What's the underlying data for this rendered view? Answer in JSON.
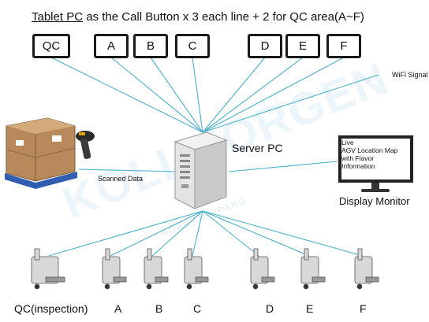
{
  "title": {
    "underlined": "Tablet PC",
    "rest": " as the Call Button x 3 each line +  2 for QC area(A~F)"
  },
  "tablets": [
    "QC",
    "A",
    "B",
    "C",
    "D",
    "E",
    "F"
  ],
  "wifi_label": "WiFi Signal",
  "server_label": "Server PC",
  "scanned_label": "Scanned Data",
  "monitor": {
    "screen_lines": [
      "Live",
      "AGV Location Map",
      "with Flavor",
      "Information"
    ],
    "label": "Display Monitor"
  },
  "agv_labels": [
    "QC(inspection)",
    "A",
    "B",
    "C",
    "D",
    "E",
    "F"
  ],
  "watermark": "KOLLMORGEN",
  "watermark_sub": "MORGAN GRAND",
  "colors": {
    "signal_line": "#4ab0c8",
    "frame": "#1a1a1a"
  }
}
